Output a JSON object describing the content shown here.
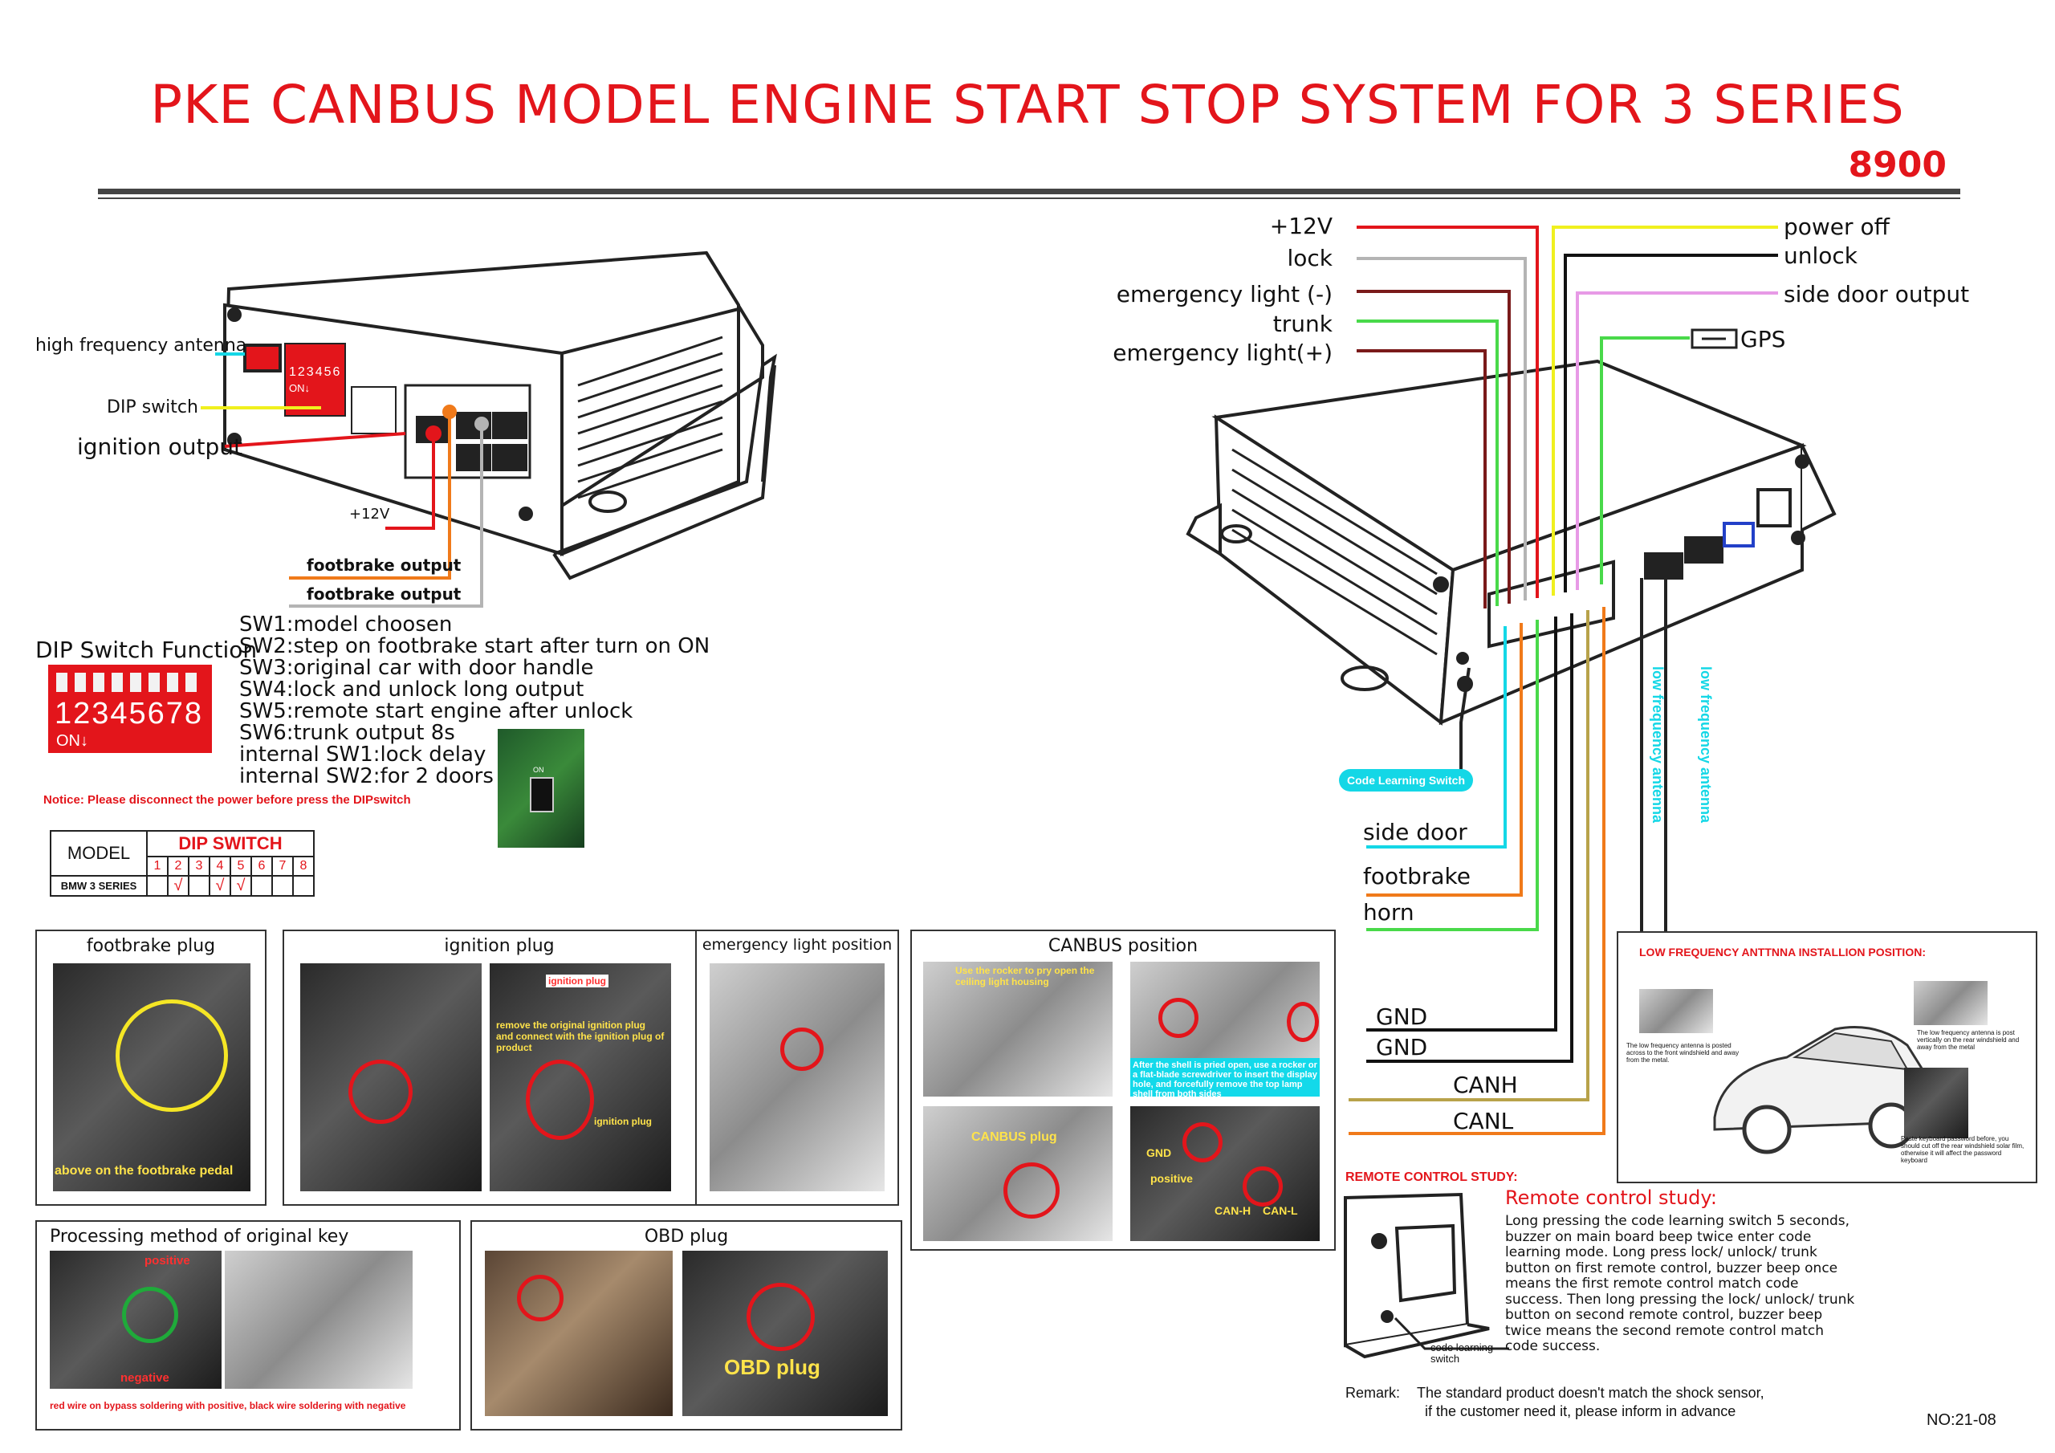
{
  "title": "PKE CANBUS MODEL ENGINE START STOP SYSTEM FOR 3 SERIES",
  "model_no": "8900",
  "left_device": {
    "labels": {
      "hf_antenna": "high frequency antenna",
      "dip": "DIP switch",
      "ignition": "ignition output",
      "v12": "+12V",
      "footbrake1": "footbrake output",
      "footbrake2": "footbrake output"
    },
    "dip_numbers": "123456",
    "dip_on": "ON↓"
  },
  "right_device": {
    "top_left": [
      "+12V",
      "lock",
      "emergency light (-)",
      "trunk",
      "emergency light(+)"
    ],
    "top_right": [
      "power off",
      "unlock",
      "side door output"
    ],
    "gps": "GPS",
    "bottom_left": [
      "side door",
      "footbrake",
      "horn"
    ],
    "gnd": [
      "GND",
      "GND"
    ],
    "can": [
      "CANH",
      "CANL"
    ],
    "code_learning": "Code Learning Switch",
    "lf_antenna": "low frequency antenna",
    "wire_colors": {
      "red": "#e3151b",
      "grey": "#b4b4b4",
      "brown": "#7a1a1a",
      "green": "#49d94a",
      "yellow": "#f0f01e",
      "black": "#111111",
      "pink": "#e79ae6",
      "cyan": "#14d7e6",
      "orange": "#f07a1a",
      "olive": "#b8a24a"
    }
  },
  "dip_function": {
    "heading": "DIP Switch Function",
    "items": [
      "SW1:model choosen",
      "SW2:step on footbrake start after turn on ON",
      "SW3:original car with door handle",
      "SW4:lock and unlock long output",
      "SW5:remote start engine after unlock",
      "SW6:trunk output 8s",
      "internal SW1:lock delay",
      "internal SW2:for 2 doors"
    ],
    "switch_numbers": "12345678",
    "switch_on": "ON↓",
    "chip_on": "ON",
    "notice": "Notice: Please disconnect the power before press the DIPswitch"
  },
  "dip_table": {
    "model_header": "MODEL",
    "dip_header": "DIP SWITCH",
    "numbers": [
      "1",
      "2",
      "3",
      "4",
      "5",
      "6",
      "7",
      "8"
    ],
    "row_model": "BMW 3 SERIES",
    "row_values": [
      "",
      "√",
      "",
      "√",
      "√",
      "",
      "",
      ""
    ]
  },
  "panels": {
    "footbrake": {
      "title": "footbrake plug",
      "caption": "above on the footbrake pedal"
    },
    "ignition": {
      "title": "ignition plug",
      "tag1": "ignition plug",
      "note": "remove the original ignition plug and connect with the ignition plug of product",
      "tag2": "ignition plug"
    },
    "emergency": {
      "title": "emergency light position"
    },
    "canbus": {
      "title": "CANBUS position",
      "note1": "Use the rocker to pry open the ceiling light housing",
      "note2": "After the shell is pried open, use a rocker or a flat-blade screwdriver to insert the display hole, and forcefully remove the top lamp shell from both sides",
      "plug": "CANBUS plug",
      "gnd": "GND",
      "positive": "positive",
      "canh": "CAN-H",
      "canl": "CAN-L"
    },
    "key": {
      "title": "Processing method of original key",
      "positive": "positive",
      "negative": "negative",
      "note": "red wire on bypass soldering with positive, black wire soldering with negative"
    },
    "obd": {
      "title": "OBD plug",
      "caption": "OBD plug"
    }
  },
  "lf_install": {
    "title": "LOW FREQUENCY ANTTNNA INSTALLION POSITION:",
    "note1": "The low frequency antenna is posted across to the front windshield and away from the metal.",
    "note2": "The low frequency antenna is post vertically on the rear windshield and away from the metal",
    "note3": "Paste keyboard password before, you should cut off the rear windshield solar film, otherwise it will affect the password keyboard"
  },
  "remote": {
    "label": "REMOTE CONTROL STUDY:",
    "heading": "Remote control study:",
    "body": "Long pressing the code learning switch 5 seconds, buzzer on main board beep twice enter code learning mode. Long press lock/ unlock/ trunk button on first remote control, buzzer beep once means the first remote control match code success. Then long pressing the lock/ unlock/ trunk button on second remote control,  buzzer beep twice means the second remote control match code success.",
    "switch_label": "code learning switch"
  },
  "remark": {
    "label": "Remark:",
    "line1": "The standard product doesn't match the shock sensor,",
    "line2": "if the customer need it, please inform in advance"
  },
  "doc_no": "NO:21-08"
}
